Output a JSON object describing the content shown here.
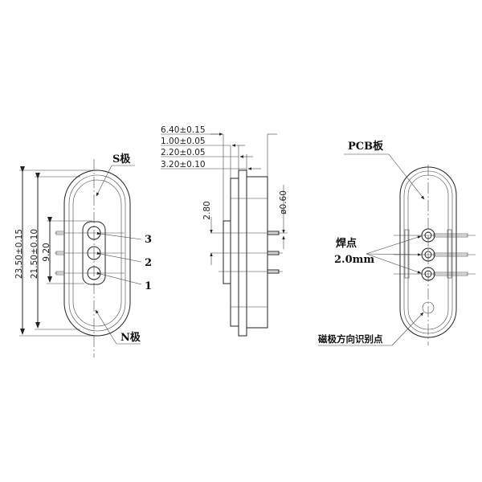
{
  "front_view": {
    "dim_overall_length": "23.50±0.15",
    "dim_inner_length": "21.50±0.10",
    "dim_pin_span": "9.20",
    "pin_labels": [
      "3",
      "2",
      "1"
    ],
    "s_pole_label": "S极",
    "n_pole_label": "N极"
  },
  "side_view": {
    "dims": [
      "6.40±0.15",
      "1.00±0.05",
      "2.20±0.05",
      "3.20±0.10"
    ],
    "dim_pin_offset": "2.80",
    "dim_pin_diameter": "ø0.60"
  },
  "back_view": {
    "pcb_label": "PCB板",
    "solder_label": "焊点",
    "solder_size": "2.0mm",
    "polarity_mark_label": "磁极方向识别点"
  }
}
